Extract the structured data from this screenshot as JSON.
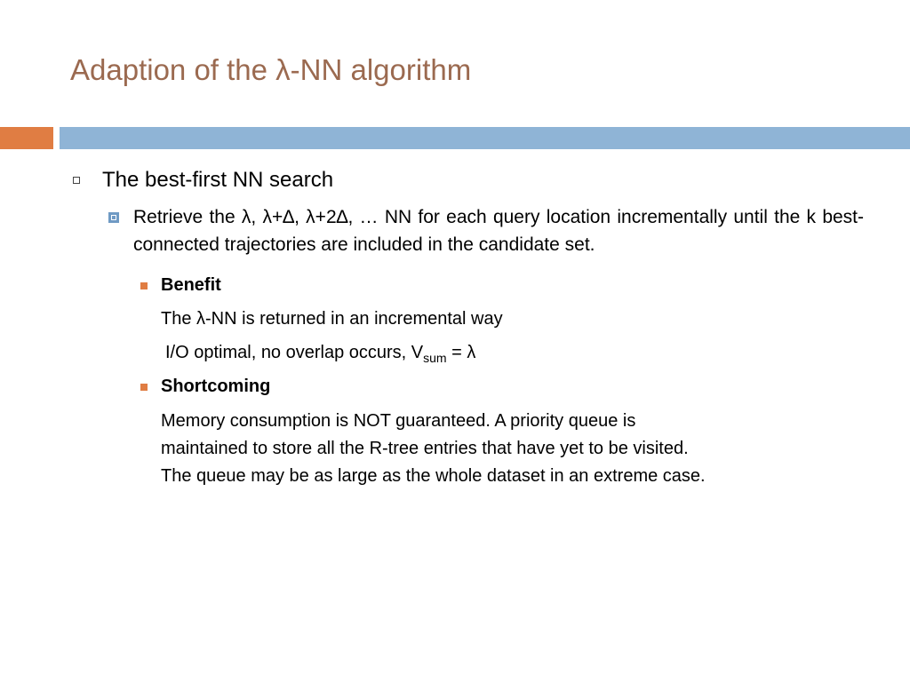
{
  "slide": {
    "title": "Adaption of the λ-NN algorithm",
    "colors": {
      "title": "#9b6a50",
      "accent_bar": "#e07d43",
      "title_bar": "#8fb4d6",
      "level2_bullet": "#6f9ac4",
      "level3_bullet": "#e07d43"
    }
  },
  "content": {
    "level1_text": "The best-first NN search",
    "level2_text": "Retrieve the λ, λ+∆, λ+2∆, … NN for each query location incrementally until the k best-connected trajectories are included in the candidate set.",
    "benefit": {
      "label": "Benefit",
      "line1": "The  λ-NN is returned in an incremental way",
      "line2_prefix": "I/O optimal, no overlap occurs, V",
      "line2_sub": "sum",
      "line2_suffix": " = λ"
    },
    "shortcoming": {
      "label": "Shortcoming",
      "lines": [
        "Memory consumption is NOT guaranteed. A priority queue is",
        "maintained to store all the R-tree entries that have yet to be visited.",
        "The queue may be as large as the whole dataset in an extreme case."
      ]
    }
  }
}
